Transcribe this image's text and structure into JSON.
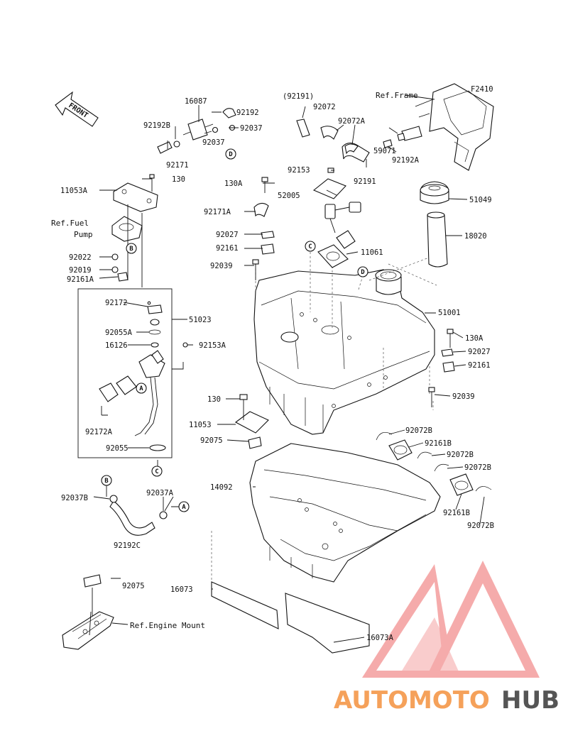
{
  "figure_code": "F2410",
  "front_label": "FRONT",
  "reference_labels": {
    "frame": "Ref.Frame",
    "fuel_pump_line1": "Ref.Fuel",
    "fuel_pump_line2": "Pump",
    "engine_mount": "Ref.Engine Mount"
  },
  "part_numbers": {
    "p16087": "16087",
    "p92192": "92192",
    "p92192B": "92192B",
    "p92037_top": "92037",
    "p92037_right": "92037",
    "p92171": "92171",
    "p130_top": "130",
    "p11053A": "11053A",
    "p92022": "92022",
    "p92019": "92019",
    "p92161A": "92161A",
    "p92172": "92172",
    "p51023": "51023",
    "p92055A": "92055A",
    "p16126": "16126",
    "p92153A": "92153A",
    "p92172A": "92172A",
    "p92055": "92055",
    "p92037B": "92037B",
    "p92037A": "92037A",
    "p92192C": "92192C",
    "p92075_bottom": "92075",
    "p92191_paren": "(92191)",
    "p92072": "92072",
    "p92072A": "92072A",
    "p59071": "59071",
    "p92191": "92191",
    "p92192A": "92192A",
    "p92153": "92153",
    "p130A_top": "130A",
    "p52005": "52005",
    "p92171A": "92171A",
    "p92027_left": "92027",
    "p92161_left": "92161",
    "p92039_left": "92039",
    "p11061": "11061",
    "p51049": "51049",
    "p18020": "18020",
    "p51001": "51001",
    "p130A_right": "130A",
    "p92027_right": "92027",
    "p92161_right": "92161",
    "p92039_right": "92039",
    "p130_mid": "130",
    "p11053": "11053",
    "p92075_mid": "92075",
    "p92072B_1": "92072B",
    "p92161B_1": "92161B",
    "p92072B_2": "92072B",
    "p92072B_3": "92072B",
    "p92161B_2": "92161B",
    "p92072B_4": "92072B",
    "p14092": "14092",
    "p16073": "16073",
    "p16073A": "16073A"
  },
  "callouts": {
    "A": "A",
    "B": "B",
    "C": "C",
    "D": "D"
  },
  "watermark": {
    "part1": "AUTOMOTO",
    "part2": "HUB",
    "logo_color": "#f08a8a",
    "text_color_orange": "#f5a15a",
    "text_color_gray": "#555555"
  }
}
